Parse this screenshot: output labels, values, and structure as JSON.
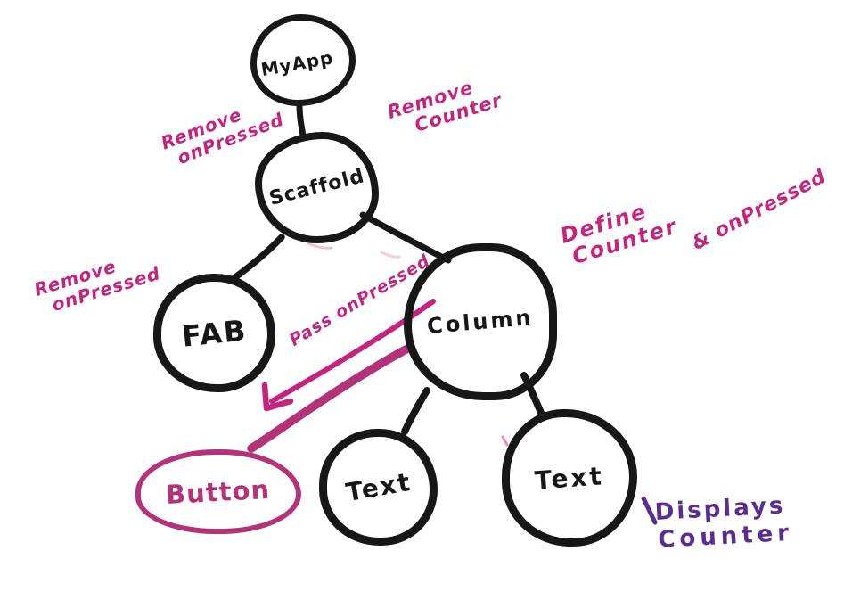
{
  "palette": {
    "background": "#ffffff",
    "ink_black": "#171717",
    "pen_pink": "#c5247c",
    "button_pink": "#b23377",
    "pen_purple": "#5a2d90"
  },
  "diagram": {
    "type": "hand-drawn widget tree sketch",
    "nodes": {
      "myapp": {
        "label": "MyApp"
      },
      "scaffold": {
        "label": "Scaffold"
      },
      "fab": {
        "label": "FAB"
      },
      "column": {
        "label": "Column"
      },
      "text_left": {
        "label": "Text"
      },
      "text_right": {
        "label": "Text"
      },
      "button": {
        "label": "Button",
        "highlight_color": "#b23377"
      }
    },
    "edges": [
      {
        "from": "myapp",
        "to": "scaffold",
        "style": "black"
      },
      {
        "from": "scaffold",
        "to": "fab",
        "style": "black"
      },
      {
        "from": "scaffold",
        "to": "column",
        "style": "black"
      },
      {
        "from": "column",
        "to": "text_left",
        "style": "black"
      },
      {
        "from": "column",
        "to": "text_right",
        "style": "black"
      },
      {
        "from": "button",
        "to": "column",
        "style": "pink"
      },
      {
        "from": "column",
        "to": "button-area",
        "style": "pink-arrow"
      }
    ],
    "annotations": {
      "remove_onpressed_scaffold": {
        "line1": "Remove",
        "line2": "onPressed",
        "color": "#c5247c",
        "near": "scaffold"
      },
      "remove_counter": {
        "line1": "Remove",
        "line2": "Counter",
        "color": "#c5247c",
        "near": "scaffold"
      },
      "remove_onpressed_fab": {
        "line1": "Remove",
        "line2": "onPressed",
        "color": "#c5247c",
        "near": "fab"
      },
      "define_counter": {
        "line1": "Define",
        "line2": "Counter",
        "color": "#c5247c",
        "near": "column"
      },
      "amp_onpressed": {
        "line1": "& onPressed",
        "color": "#c5247c",
        "near": "column"
      },
      "pass_onpressed": {
        "line1": "Pass onPressed",
        "color": "#c5247c",
        "near": "arrow"
      },
      "displays_counter": {
        "line1": "Displays",
        "line2": "Counter",
        "color": "#5a2d90",
        "near": "text_right"
      }
    }
  }
}
